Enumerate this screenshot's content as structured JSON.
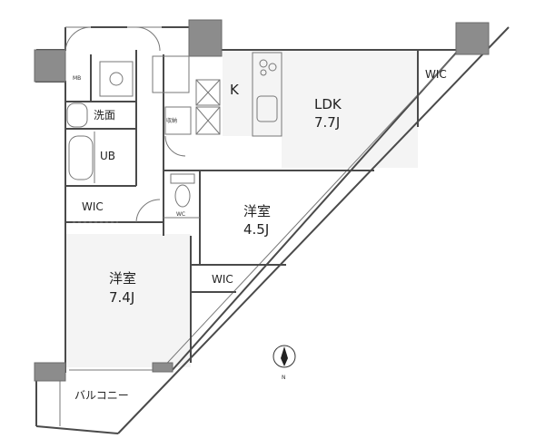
{
  "rooms": {
    "ldk": {
      "name": "LDK",
      "size": "7.7J"
    },
    "kitchen": {
      "name": "K"
    },
    "wic_ldk": {
      "name": "WIC"
    },
    "mb": {
      "name": "MB"
    },
    "washroom": {
      "name": "洗面"
    },
    "ub": {
      "name": "UB"
    },
    "storage": {
      "name": "収納"
    },
    "wc": {
      "name": "WC"
    },
    "wic_left": {
      "name": "WIC"
    },
    "room_middle": {
      "name": "洋室",
      "size": "4.5J"
    },
    "wic_middle": {
      "name": "WIC"
    },
    "room_left": {
      "name": "洋室",
      "size": "7.4J"
    },
    "balcony": {
      "name": "バルコニー"
    }
  },
  "compass": {
    "label": "N"
  },
  "colors": {
    "wall": "#4a4a4a",
    "pillar": "#8c8c8c"
  }
}
